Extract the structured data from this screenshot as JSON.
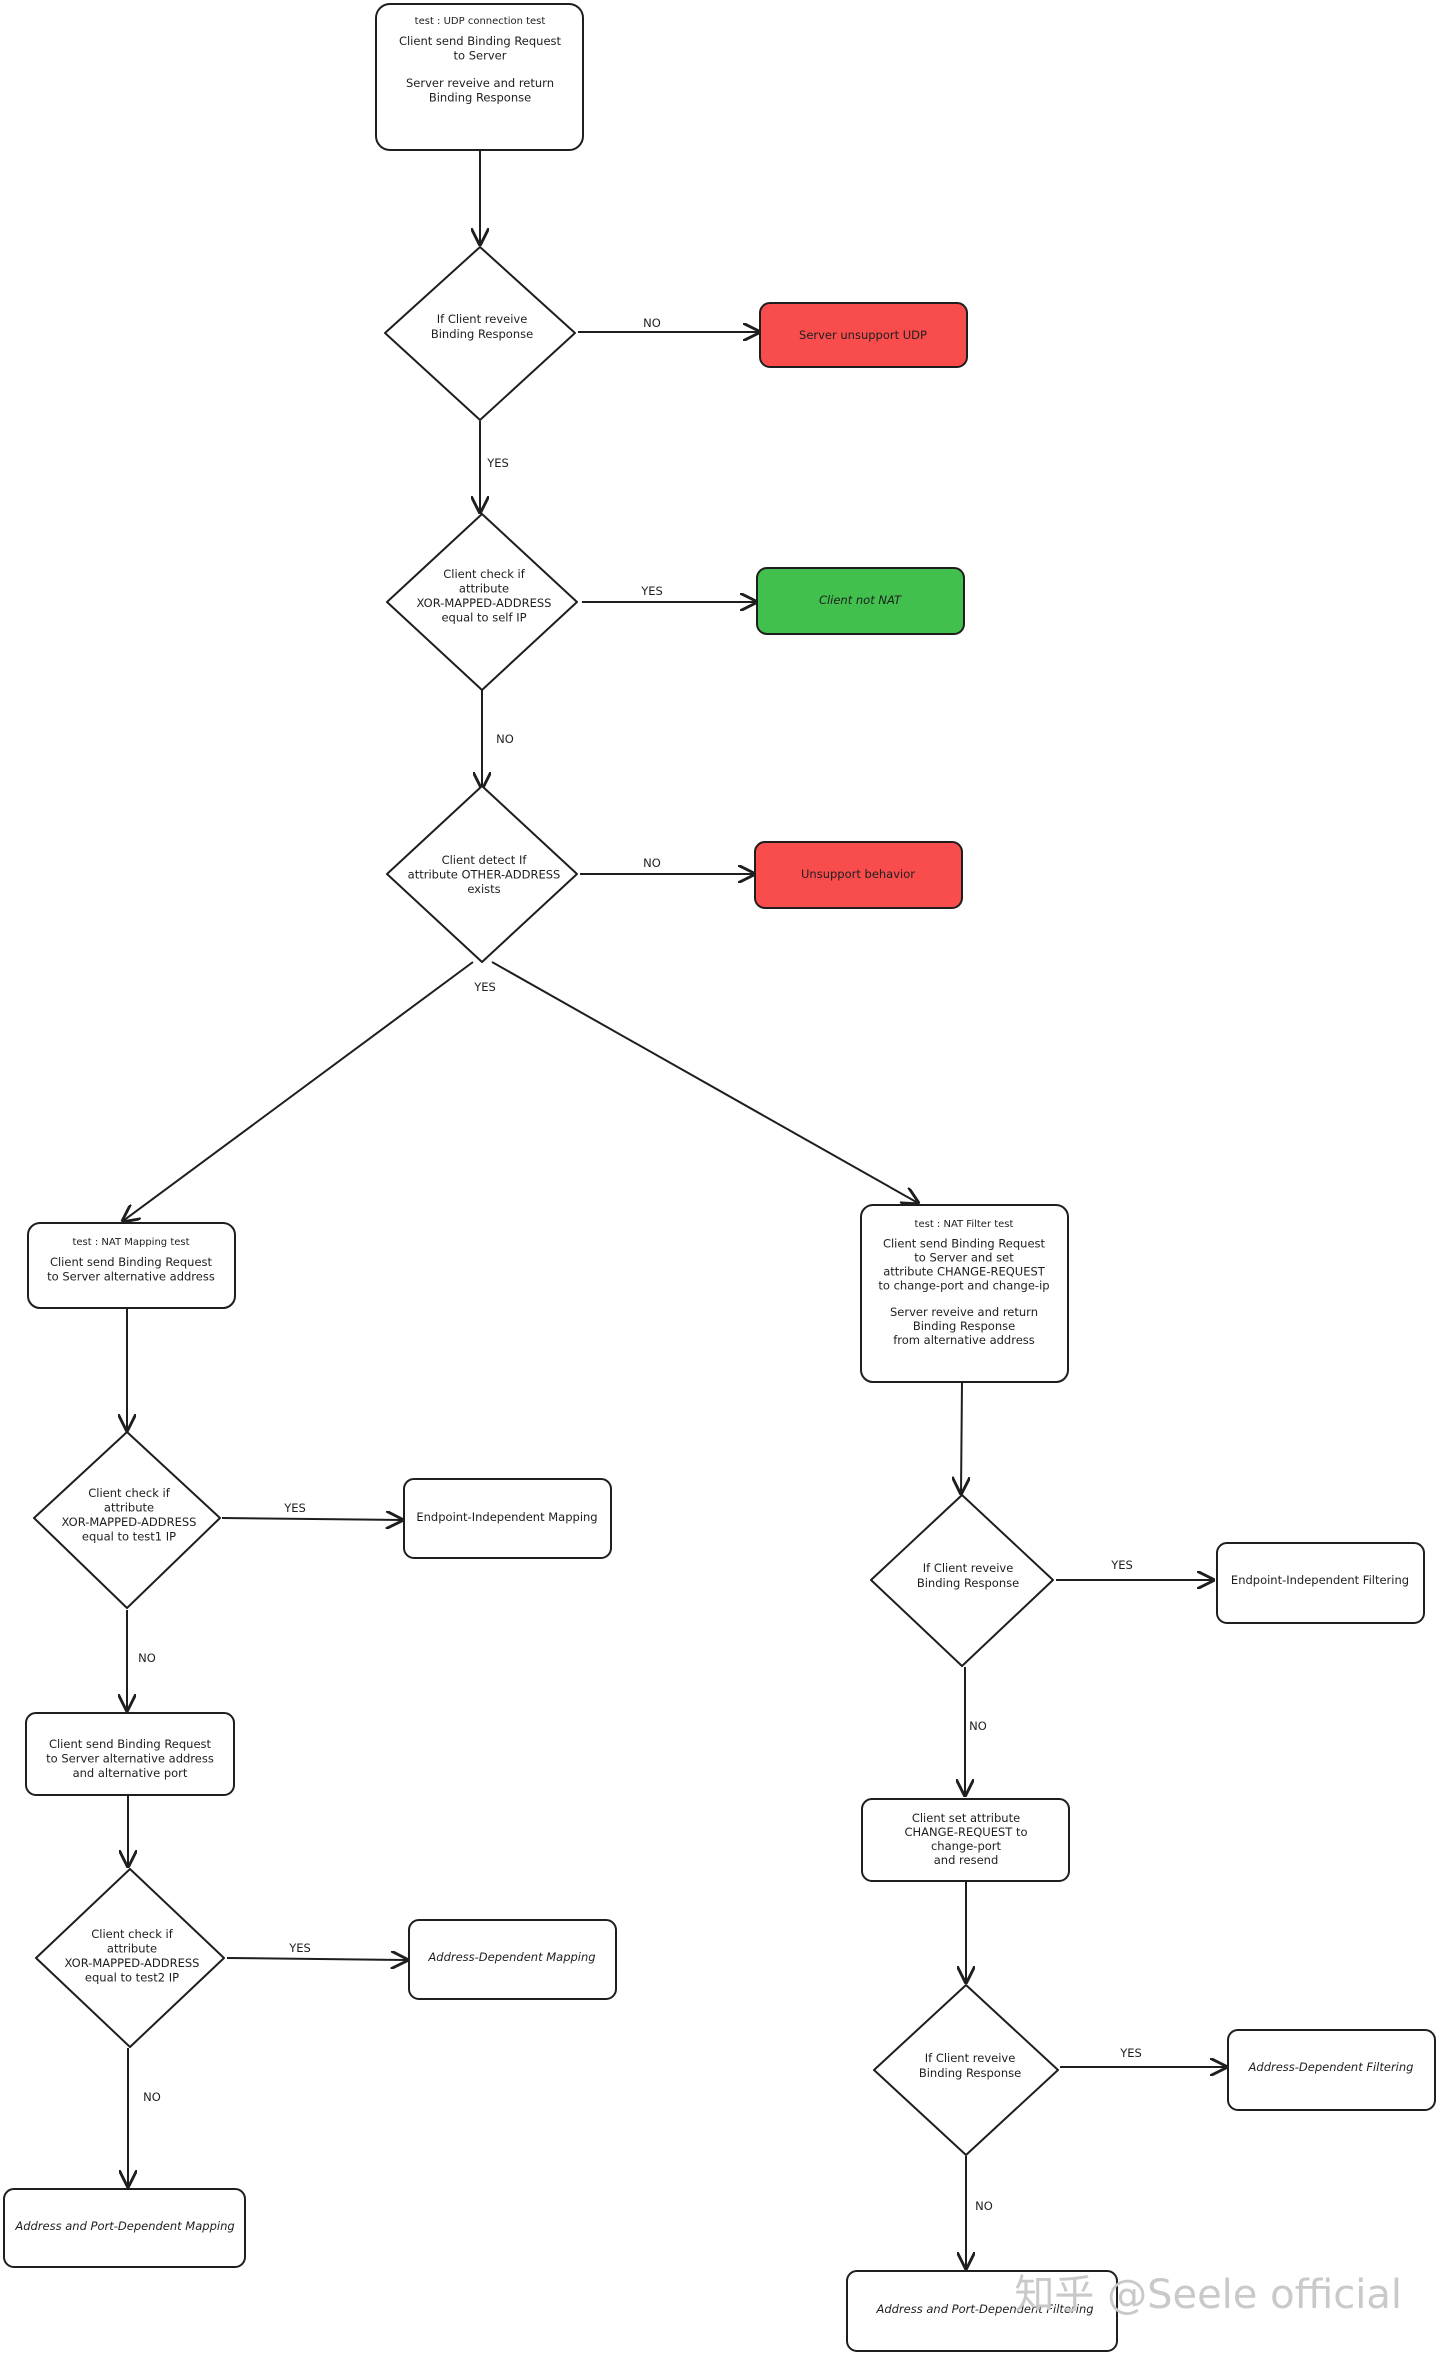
{
  "nodes": {
    "udp_test": {
      "title": "test : UDP connection test",
      "lines": [
        "Client send Binding Request",
        "to Server",
        "",
        "Server reveive and return",
        "Binding Response"
      ]
    },
    "if_receive_1": {
      "lines": [
        "If Client reveive",
        "Binding Response"
      ]
    },
    "server_unsupport": {
      "lines": [
        "Server unsupport UDP"
      ]
    },
    "check_self_ip": {
      "lines": [
        "Client check if",
        "attribute",
        "XOR-MAPPED-ADDRESS",
        "equal to self IP"
      ]
    },
    "client_not_nat": {
      "lines": [
        "Client not NAT"
      ]
    },
    "detect_other": {
      "lines": [
        "Client detect If",
        "attribute OTHER-ADDRESS",
        "exists"
      ]
    },
    "unsupport_behavior": {
      "lines": [
        "Unsupport behavior"
      ]
    },
    "mapping_test": {
      "title": "test : NAT Mapping test",
      "lines": [
        "Client send Binding Request",
        "to Server alternative address"
      ]
    },
    "check_test1": {
      "lines": [
        "Client check if",
        "attribute",
        "XOR-MAPPED-ADDRESS",
        "equal to test1 IP"
      ]
    },
    "eim": {
      "lines": [
        "Endpoint-Independent Mapping"
      ]
    },
    "send_alt_port": {
      "lines": [
        "Client send Binding Request",
        "to Server alternative address",
        "and alternative port"
      ]
    },
    "check_test2": {
      "lines": [
        "Client check if",
        "attribute",
        "XOR-MAPPED-ADDRESS",
        "equal to test2 IP"
      ]
    },
    "adm": {
      "lines": [
        "Address-Dependent Mapping"
      ]
    },
    "apdm": {
      "lines": [
        "Address and Port-Dependent Mapping"
      ]
    },
    "filter_test": {
      "title": "test : NAT Filter test",
      "lines": [
        "Client send Binding Request",
        "to Server and set",
        "attribute CHANGE-REQUEST",
        "to change-port and change-ip",
        "",
        "Server reveive and return",
        "Binding Response",
        "from alternative address"
      ]
    },
    "if_receive_2": {
      "lines": [
        "If Client reveive",
        "Binding Response"
      ]
    },
    "eif": {
      "lines": [
        "Endpoint-Independent Filtering"
      ]
    },
    "set_change_port": {
      "lines": [
        "Client set attribute",
        "CHANGE-REQUEST to",
        "change-port",
        "and resend"
      ]
    },
    "if_receive_3": {
      "lines": [
        "If Client reveive",
        "Binding Response"
      ]
    },
    "adf": {
      "lines": [
        "Address-Dependent Filtering"
      ]
    },
    "apdf": {
      "lines": [
        "Address and Port-Dependent Filtering"
      ]
    }
  },
  "edge_labels": {
    "no_1": "NO",
    "yes_1": "YES",
    "yes_2": "YES",
    "no_2": "NO",
    "no_3": "NO",
    "yes_3": "YES",
    "yes_4": "YES",
    "no_4": "NO",
    "yes_5": "YES",
    "no_5": "NO",
    "yes_6": "YES",
    "no_6": "NO",
    "yes_7": "YES",
    "no_7": "NO"
  },
  "watermark": "知乎 @Seele official",
  "colors": {
    "stroke": "#1e1e1e",
    "error_fill": "#f94c4c",
    "success_fill": "#41c04d",
    "background": "#ffffff"
  }
}
